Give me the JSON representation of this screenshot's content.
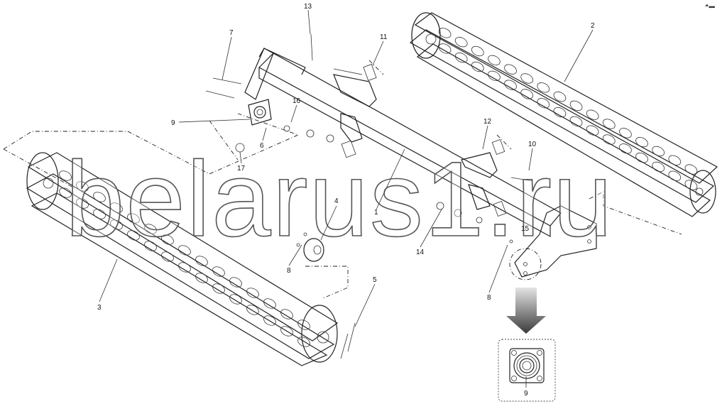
{
  "diagram": {
    "watermark": "belarus1.ru",
    "corner_code": "•▀ ▄▄▄",
    "callouts": [
      {
        "id": "c13",
        "text": "13"
      },
      {
        "id": "c7",
        "text": "7"
      },
      {
        "id": "c11",
        "text": "11"
      },
      {
        "id": "c2",
        "text": "2"
      },
      {
        "id": "c16",
        "text": "16"
      },
      {
        "id": "c9",
        "text": "9"
      },
      {
        "id": "c6",
        "text": "6"
      },
      {
        "id": "c17",
        "text": "17"
      },
      {
        "id": "c12",
        "text": "12"
      },
      {
        "id": "c10",
        "text": "10"
      },
      {
        "id": "c4",
        "text": "4"
      },
      {
        "id": "c1",
        "text": "1"
      },
      {
        "id": "c15",
        "text": "15"
      },
      {
        "id": "c14",
        "text": "14"
      },
      {
        "id": "c8a",
        "text": "8"
      },
      {
        "id": "c8b",
        "text": "8"
      },
      {
        "id": "c5",
        "text": "5"
      },
      {
        "id": "c3",
        "text": "3"
      },
      {
        "id": "c9b",
        "text": "9"
      }
    ]
  }
}
